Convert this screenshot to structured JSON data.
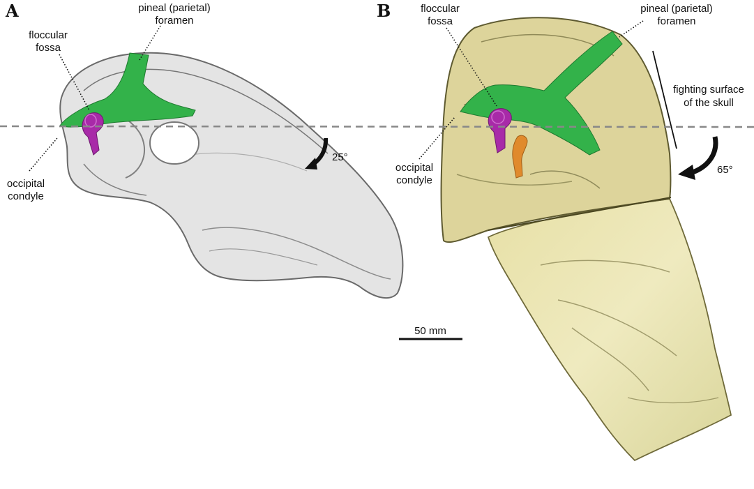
{
  "panels": {
    "a": {
      "letter": "A",
      "labels": {
        "pineal_1": "pineal (parietal)",
        "pineal_2": "foramen",
        "floccular_1": "floccular",
        "floccular_2": "fossa",
        "occipital_1": "occipital",
        "occipital_2": "condyle",
        "rotation": "25°"
      }
    },
    "b": {
      "letter": "B",
      "labels": {
        "pineal_1": "pineal (parietal)",
        "pineal_2": "foramen",
        "floccular_1": "floccular",
        "floccular_2": "fossa",
        "occipital_1": "occipital",
        "occipital_2": "condyle",
        "fighting_1": "fighting surface",
        "fighting_2": "of the skull",
        "rotation": "65°"
      }
    }
  },
  "scale_bar": "50 mm",
  "colors": {
    "pineal_canal": "#33b24a",
    "endosseous_labyrinth": "#a82aa8",
    "orange_canal": "#e08a2c",
    "skull_a": "#d8d8d8",
    "skull_b": "#e6e0a8",
    "reference_line": "#888888"
  }
}
